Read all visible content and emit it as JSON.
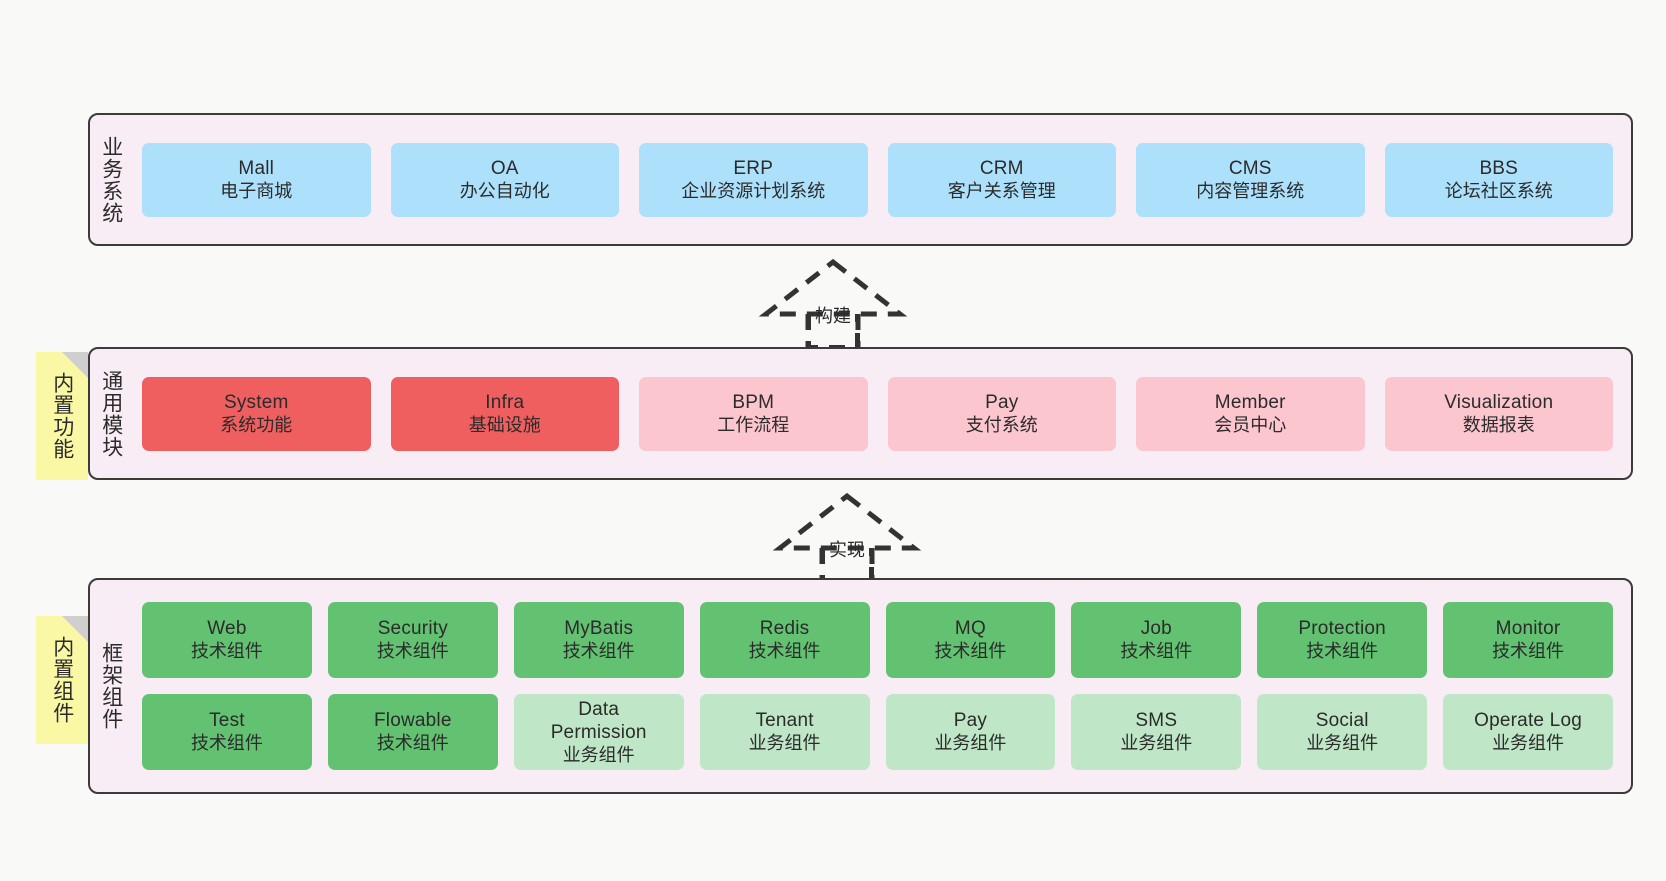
{
  "diagram": {
    "background_color": "#f9f9f8",
    "layer_fill": "#f8ecf5",
    "layer_border": "#3b3b3b",
    "note_color": "#fbf8a5",
    "fold_color": "#cfcfcf"
  },
  "layers": [
    {
      "id": "business-system",
      "title": "业务系统",
      "note": null,
      "rows": [
        {
          "nodes": [
            {
              "en": "Mall",
              "cn": "电子商城",
              "color": "#ace0fb",
              "style": "blue"
            },
            {
              "en": "OA",
              "cn": "办公自动化",
              "color": "#ace0fb",
              "style": "blue"
            },
            {
              "en": "ERP",
              "cn": "企业资源计划系统",
              "color": "#ace0fb",
              "style": "blue"
            },
            {
              "en": "CRM",
              "cn": "客户关系管理",
              "color": "#ace0fb",
              "style": "blue"
            },
            {
              "en": "CMS",
              "cn": "内容管理系统",
              "color": "#ace0fb",
              "style": "blue"
            },
            {
              "en": "BBS",
              "cn": "论坛社区系统",
              "color": "#ace0fb",
              "style": "blue"
            }
          ]
        }
      ]
    },
    {
      "id": "common-module",
      "title": "通用模块",
      "note": "内置功能",
      "rows": [
        {
          "nodes": [
            {
              "en": "System",
              "cn": "系统功能",
              "color": "#ef5f60",
              "style": "red"
            },
            {
              "en": "Infra",
              "cn": "基础设施",
              "color": "#ef5f60",
              "style": "red"
            },
            {
              "en": "BPM",
              "cn": "工作流程",
              "color": "#fbc6ce",
              "style": "pink"
            },
            {
              "en": "Pay",
              "cn": "支付系统",
              "color": "#fbc6ce",
              "style": "pink"
            },
            {
              "en": "Member",
              "cn": "会员中心",
              "color": "#fbc6ce",
              "style": "pink"
            },
            {
              "en": "Visualization",
              "cn": "数据报表",
              "color": "#fbc6ce",
              "style": "pink"
            }
          ]
        }
      ]
    },
    {
      "id": "framework-component",
      "title": "框架组件",
      "note": "内置组件",
      "rows": [
        {
          "nodes": [
            {
              "en": "Web",
              "cn": "技术组件",
              "color": "#62c271",
              "style": "green"
            },
            {
              "en": "Security",
              "cn": "技术组件",
              "color": "#62c271",
              "style": "green"
            },
            {
              "en": "MyBatis",
              "cn": "技术组件",
              "color": "#62c271",
              "style": "green"
            },
            {
              "en": "Redis",
              "cn": "技术组件",
              "color": "#62c271",
              "style": "green"
            },
            {
              "en": "MQ",
              "cn": "技术组件",
              "color": "#62c271",
              "style": "green"
            },
            {
              "en": "Job",
              "cn": "技术组件",
              "color": "#62c271",
              "style": "green"
            },
            {
              "en": "Protection",
              "cn": "技术组件",
              "color": "#62c271",
              "style": "green"
            },
            {
              "en": "Monitor",
              "cn": "技术组件",
              "color": "#62c271",
              "style": "green"
            }
          ]
        },
        {
          "nodes": [
            {
              "en": "Test",
              "cn": "技术组件",
              "color": "#62c271",
              "style": "green"
            },
            {
              "en": "Flowable",
              "cn": "技术组件",
              "color": "#62c271",
              "style": "green"
            },
            {
              "en": "Data Permission",
              "cn": "业务组件",
              "color": "#bfe6c6",
              "style": "lightgreen"
            },
            {
              "en": "Tenant",
              "cn": "业务组件",
              "color": "#bfe6c6",
              "style": "lightgreen"
            },
            {
              "en": "Pay",
              "cn": "业务组件",
              "color": "#bfe6c6",
              "style": "lightgreen"
            },
            {
              "en": "SMS",
              "cn": "业务组件",
              "color": "#bfe6c6",
              "style": "lightgreen"
            },
            {
              "en": "Social",
              "cn": "业务组件",
              "color": "#bfe6c6",
              "style": "lightgreen"
            },
            {
              "en": "Operate Log",
              "cn": "业务组件",
              "color": "#bfe6c6",
              "style": "lightgreen"
            }
          ]
        }
      ]
    }
  ],
  "connectors": [
    {
      "id": "build",
      "label": "构建",
      "from": "common-module",
      "to": "business-system"
    },
    {
      "id": "implement",
      "label": "实现",
      "from": "framework-component",
      "to": "common-module"
    }
  ]
}
